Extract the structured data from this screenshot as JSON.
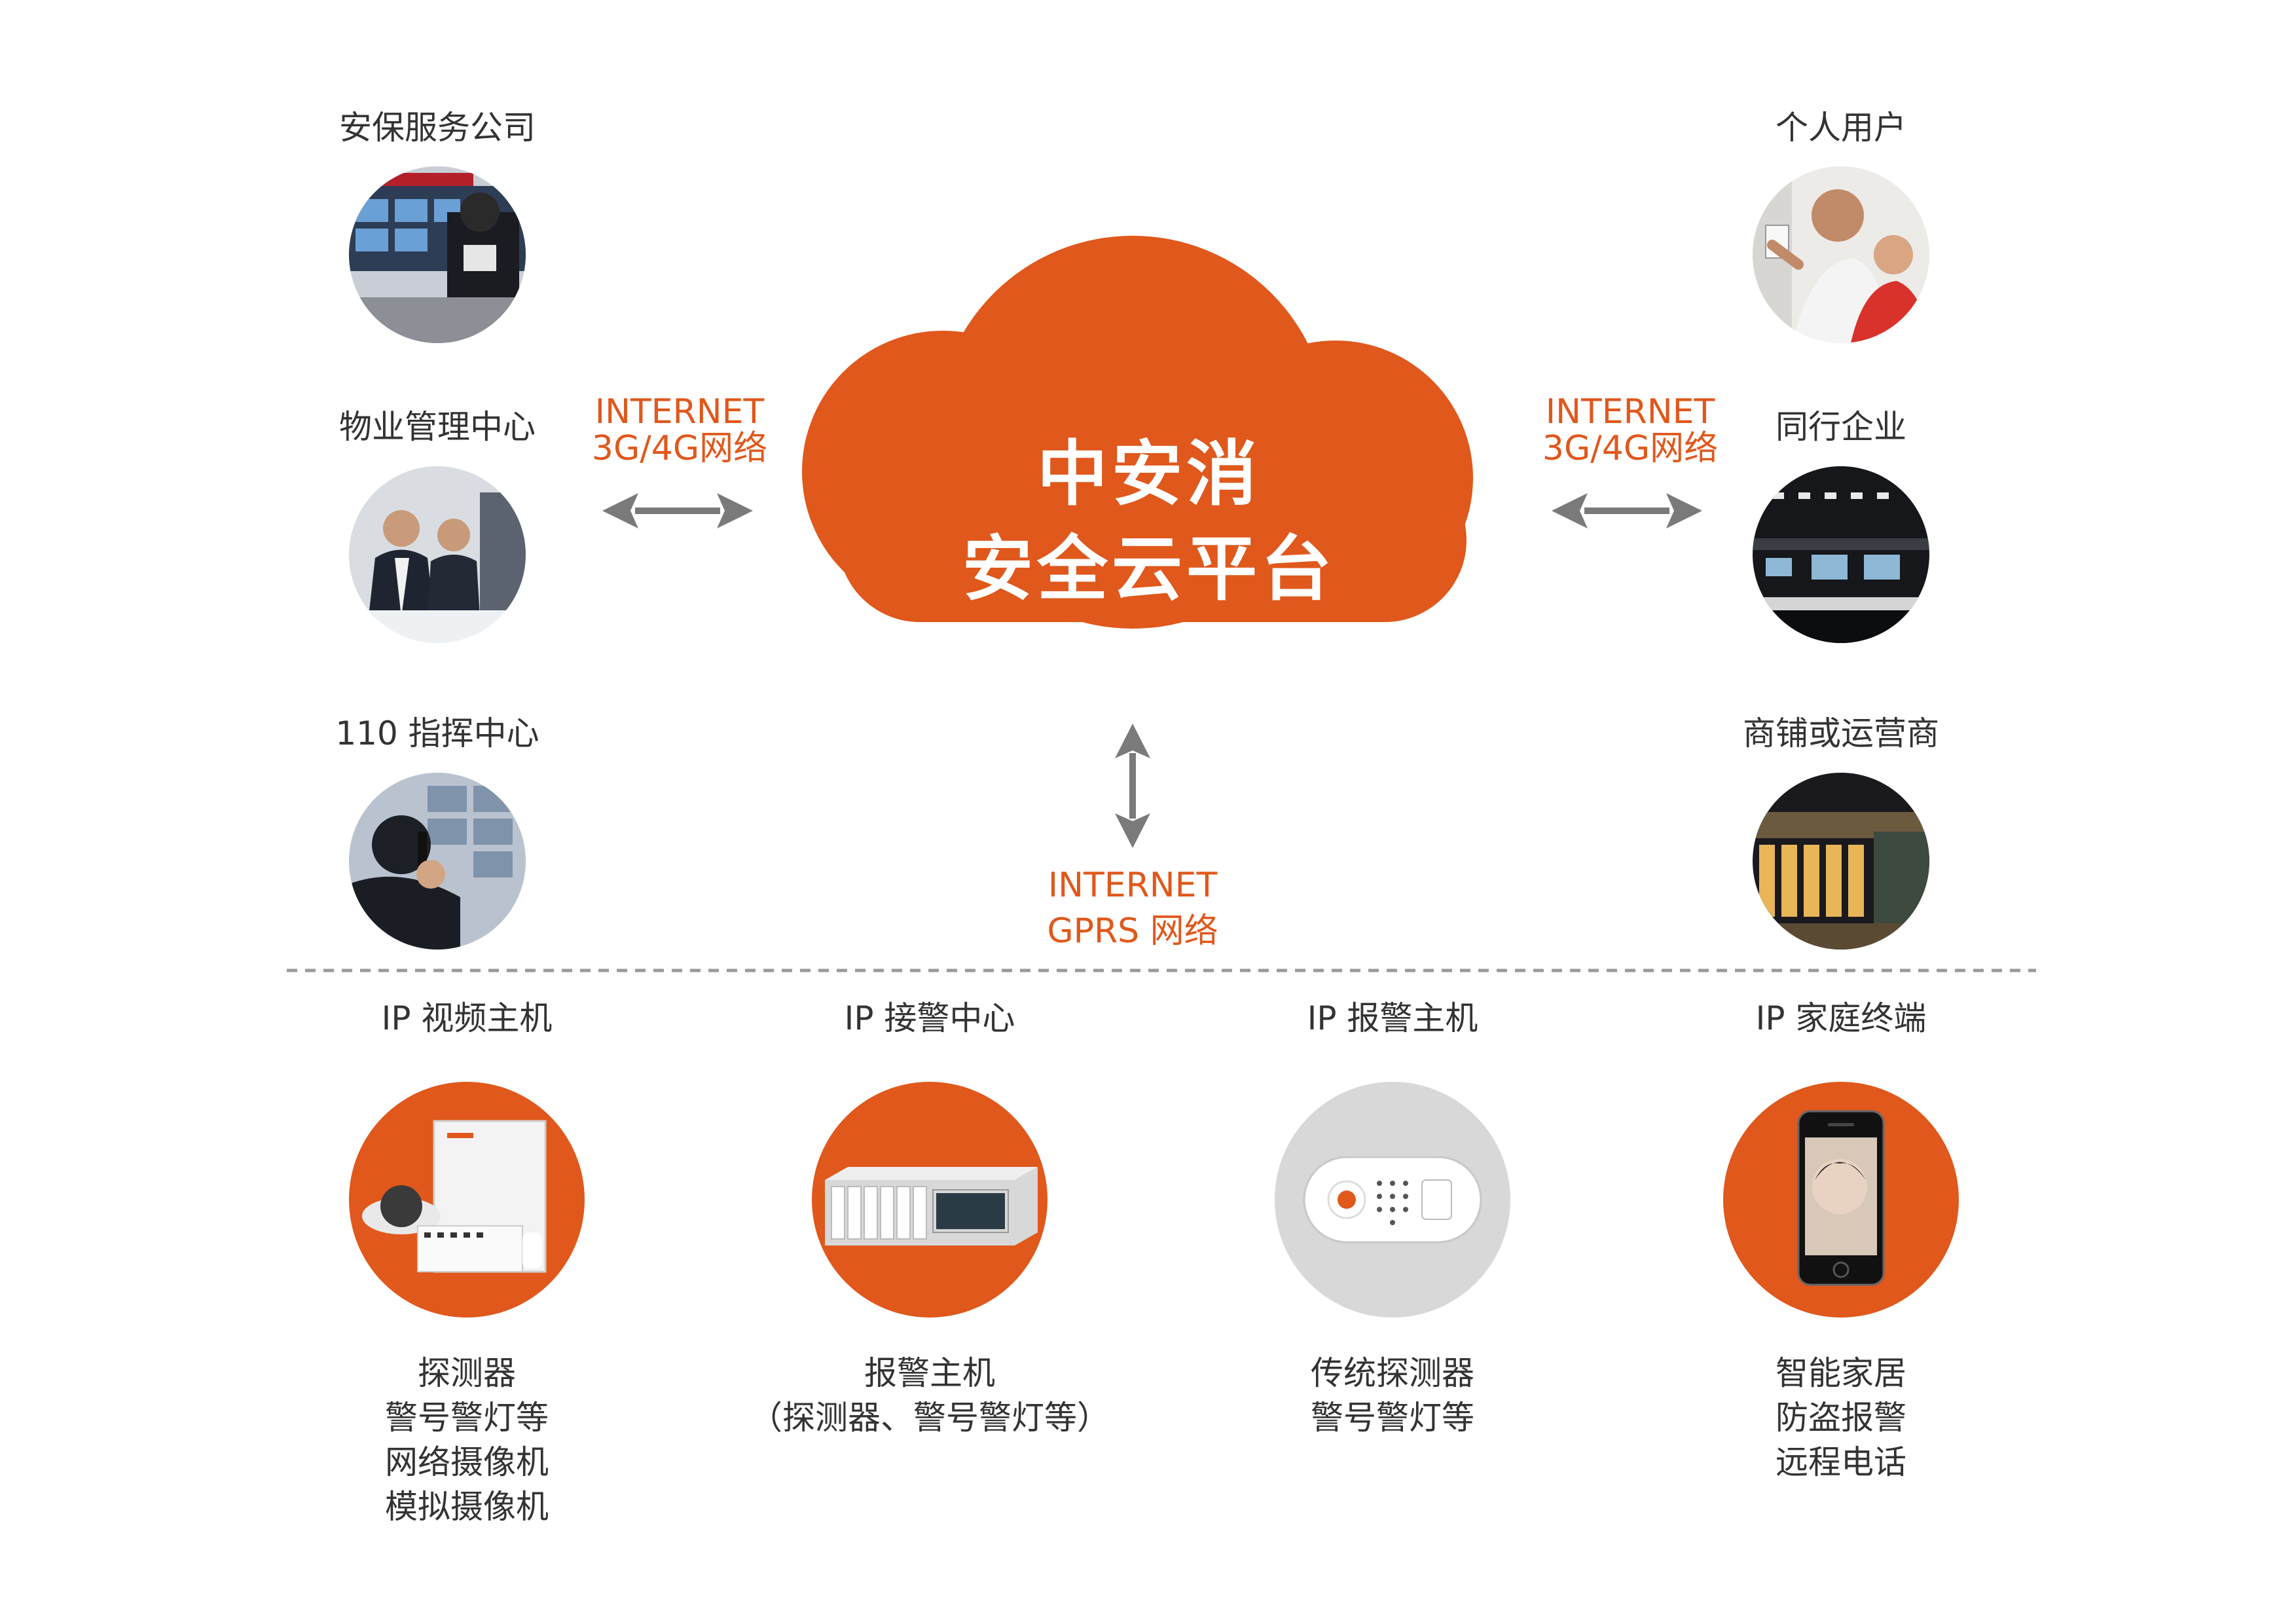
{
  "cloud": {
    "line1": "中安消",
    "line2": "安全云平台",
    "color": "#e0581c"
  },
  "left_entities": [
    {
      "label": "安保服务公司",
      "photo": "security-monitoring-room-photo"
    },
    {
      "label": "物业管理中心",
      "photo": "property-management-guards-photo"
    },
    {
      "label": "110 指挥中心",
      "photo": "police-radio-command-photo"
    }
  ],
  "right_entities": [
    {
      "label": "个人用户",
      "photo": "family-at-keypad-photo"
    },
    {
      "label": "同行企业",
      "photo": "showroom-monitors-photo"
    },
    {
      "label": "商铺或运营商",
      "photo": "shopping-mall-night-photo"
    }
  ],
  "links": {
    "left": {
      "line1": "INTERNET",
      "line2": "3G/4G网络"
    },
    "right": {
      "line1": "INTERNET",
      "line2": "3G/4G网络"
    },
    "bottom": {
      "line1": "INTERNET",
      "line2": "GPRS 网络"
    }
  },
  "devices": [
    {
      "title": "IP 视频主机",
      "desc": [
        "探测器",
        "警号警灯等",
        "网络摄像机",
        "模拟摄像机"
      ],
      "bg": "#e0581c"
    },
    {
      "title": "IP 接警中心",
      "desc": [
        "报警主机",
        "（探测器、警号警灯等）"
      ],
      "bg": "#e0581c"
    },
    {
      "title": "IP 报警主机",
      "desc": [
        "传统探测器",
        "警号警灯等"
      ],
      "bg": "#d8d8d8"
    },
    {
      "title": "IP 家庭终端",
      "desc": [
        "智能家居",
        "防盗报警",
        "远程电话"
      ],
      "bg": "#e0581c"
    }
  ],
  "colors": {
    "accent": "#e0581c",
    "arrow": "#7a7a7a",
    "divider": "#9a9a9a",
    "text": "#333333"
  }
}
